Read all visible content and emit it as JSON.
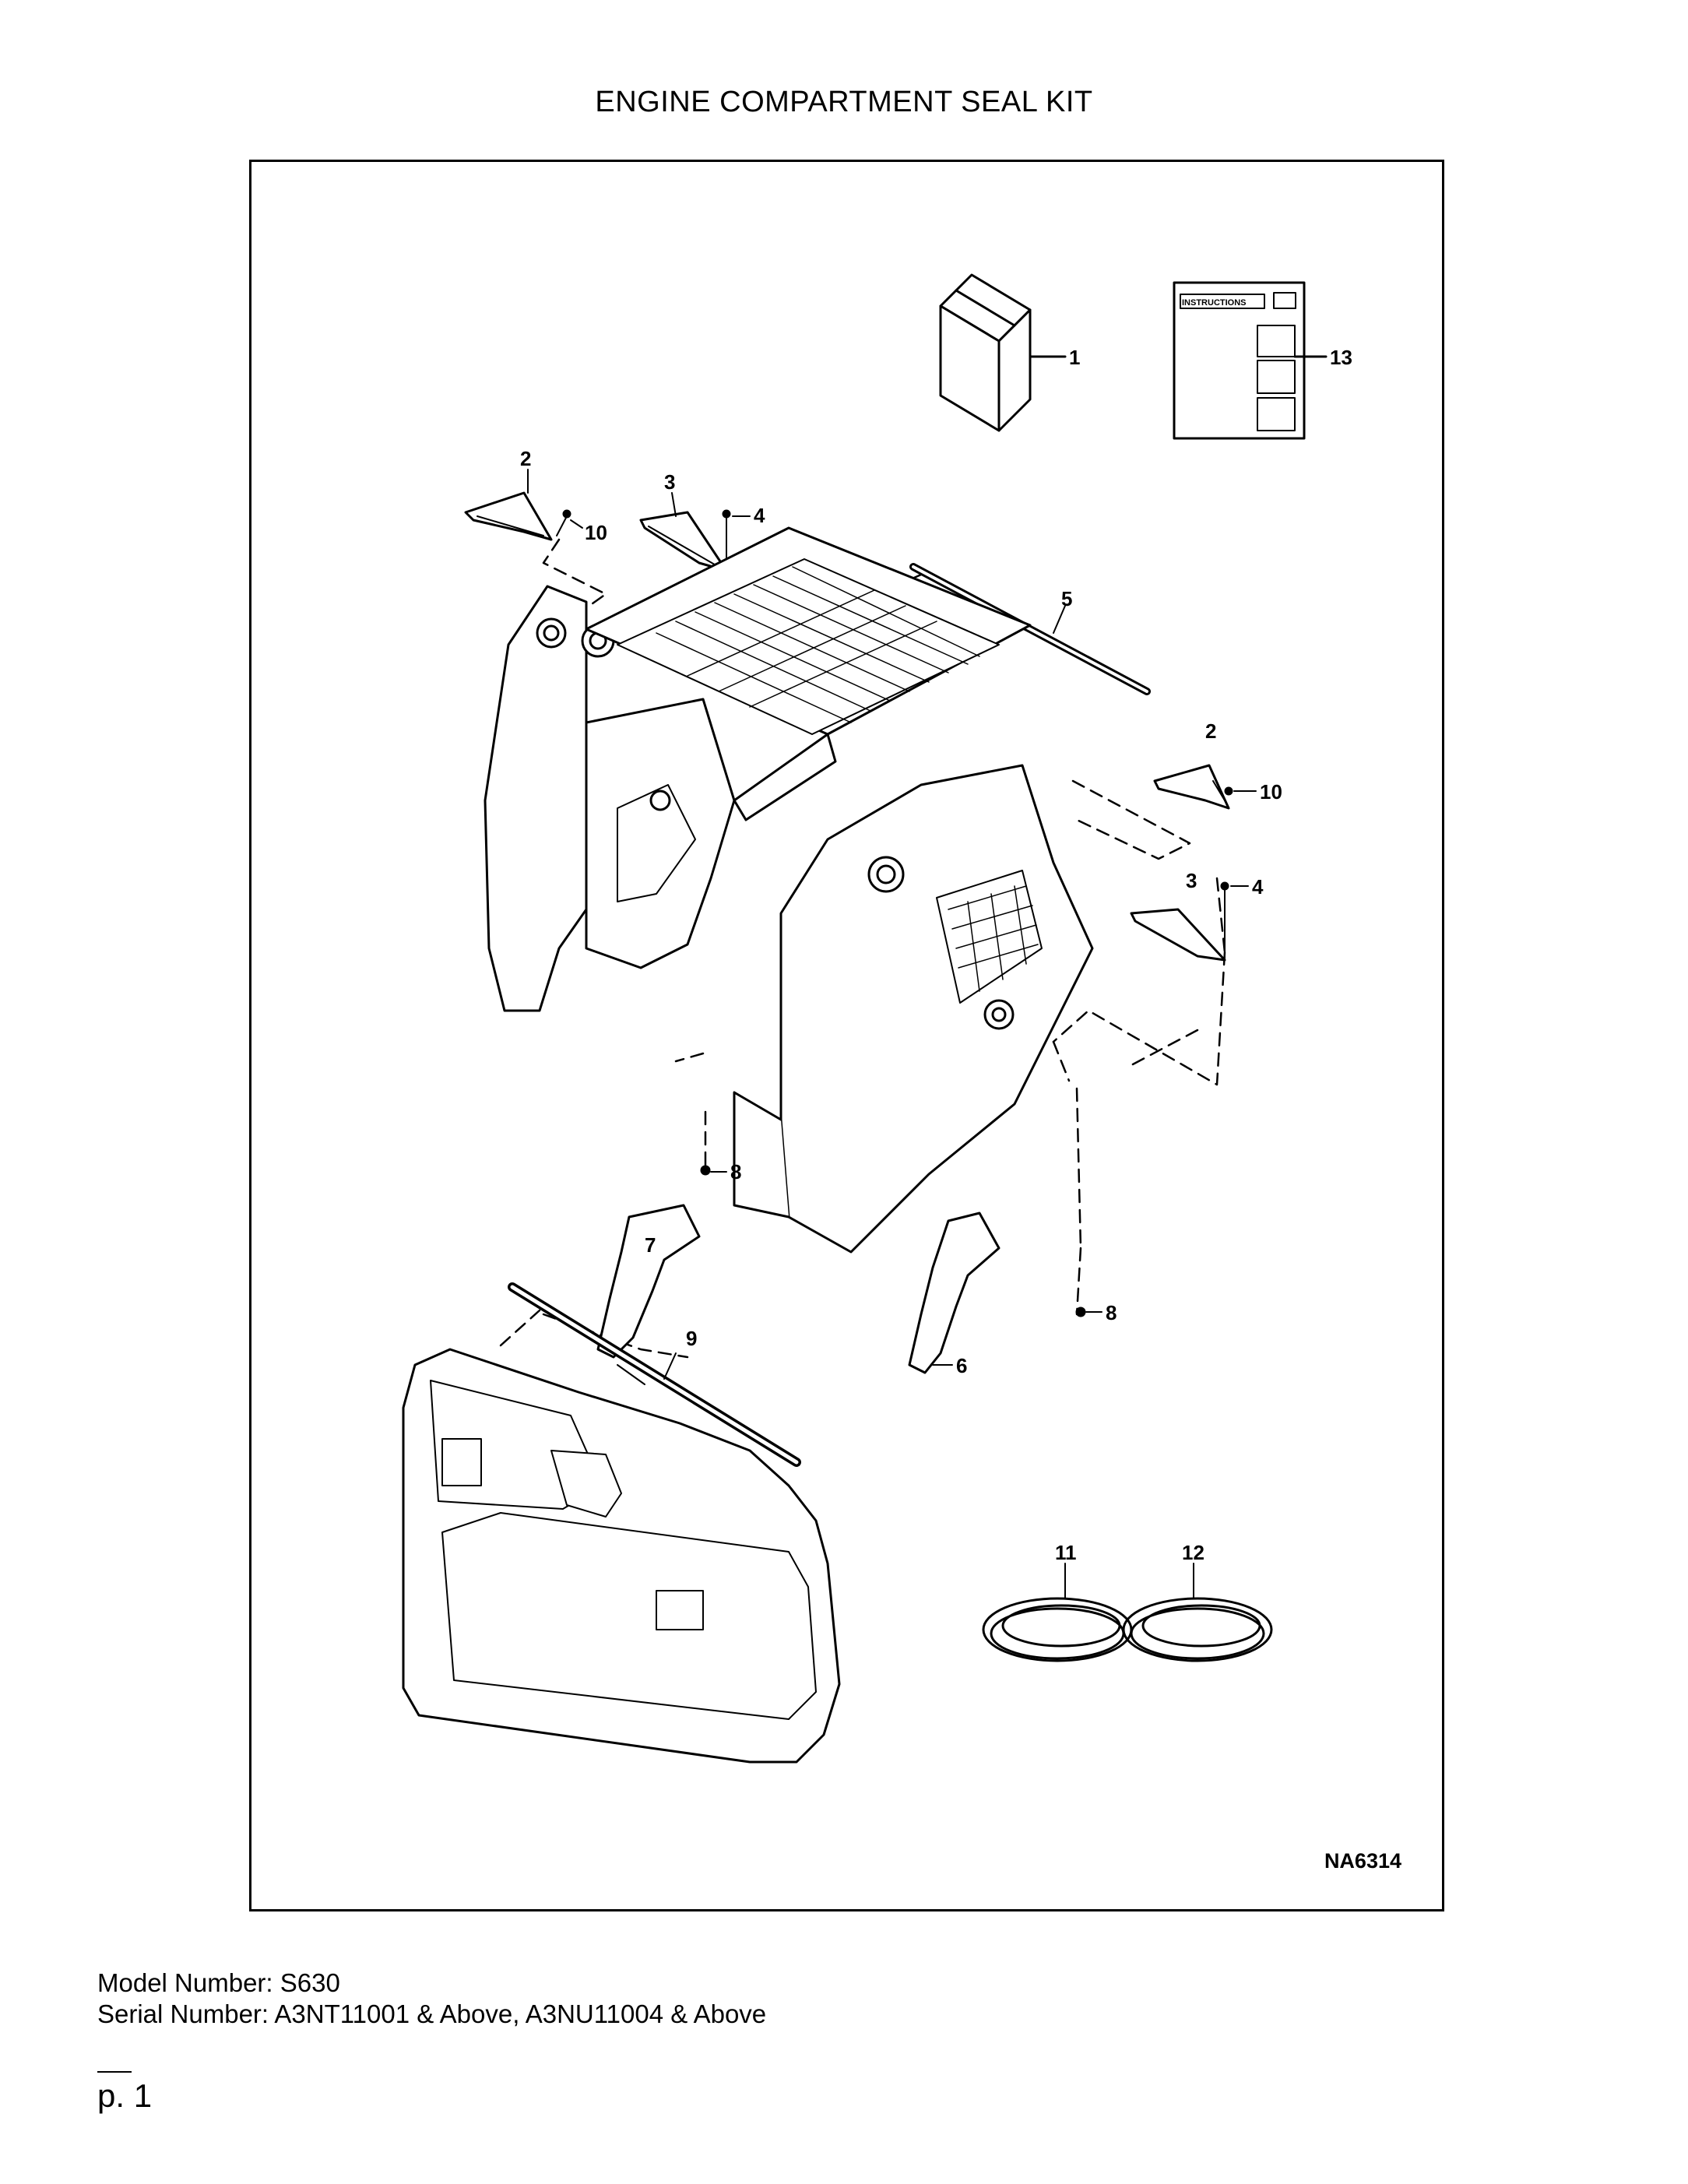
{
  "title": "ENGINE COMPARTMENT SEAL KIT",
  "diagram": {
    "drawing_id": "NA6314",
    "instruction_sheet_label": "INSTRUCTIONS",
    "callouts": {
      "c1": "1",
      "c2a": "2",
      "c2b": "2",
      "c3a": "3",
      "c3b": "3",
      "c4a": "4",
      "c4b": "4",
      "c5": "5",
      "c6": "6",
      "c7": "7",
      "c8a": "8",
      "c8b": "8",
      "c9": "9",
      "c10a": "10",
      "c10b": "10",
      "c11": "11",
      "c12": "12",
      "c13": "13"
    }
  },
  "footer": {
    "model": "Model Number: S630",
    "serial": "Serial Number: A3NT11001 & Above, A3NU11004 & Above",
    "page": "p. 1"
  }
}
